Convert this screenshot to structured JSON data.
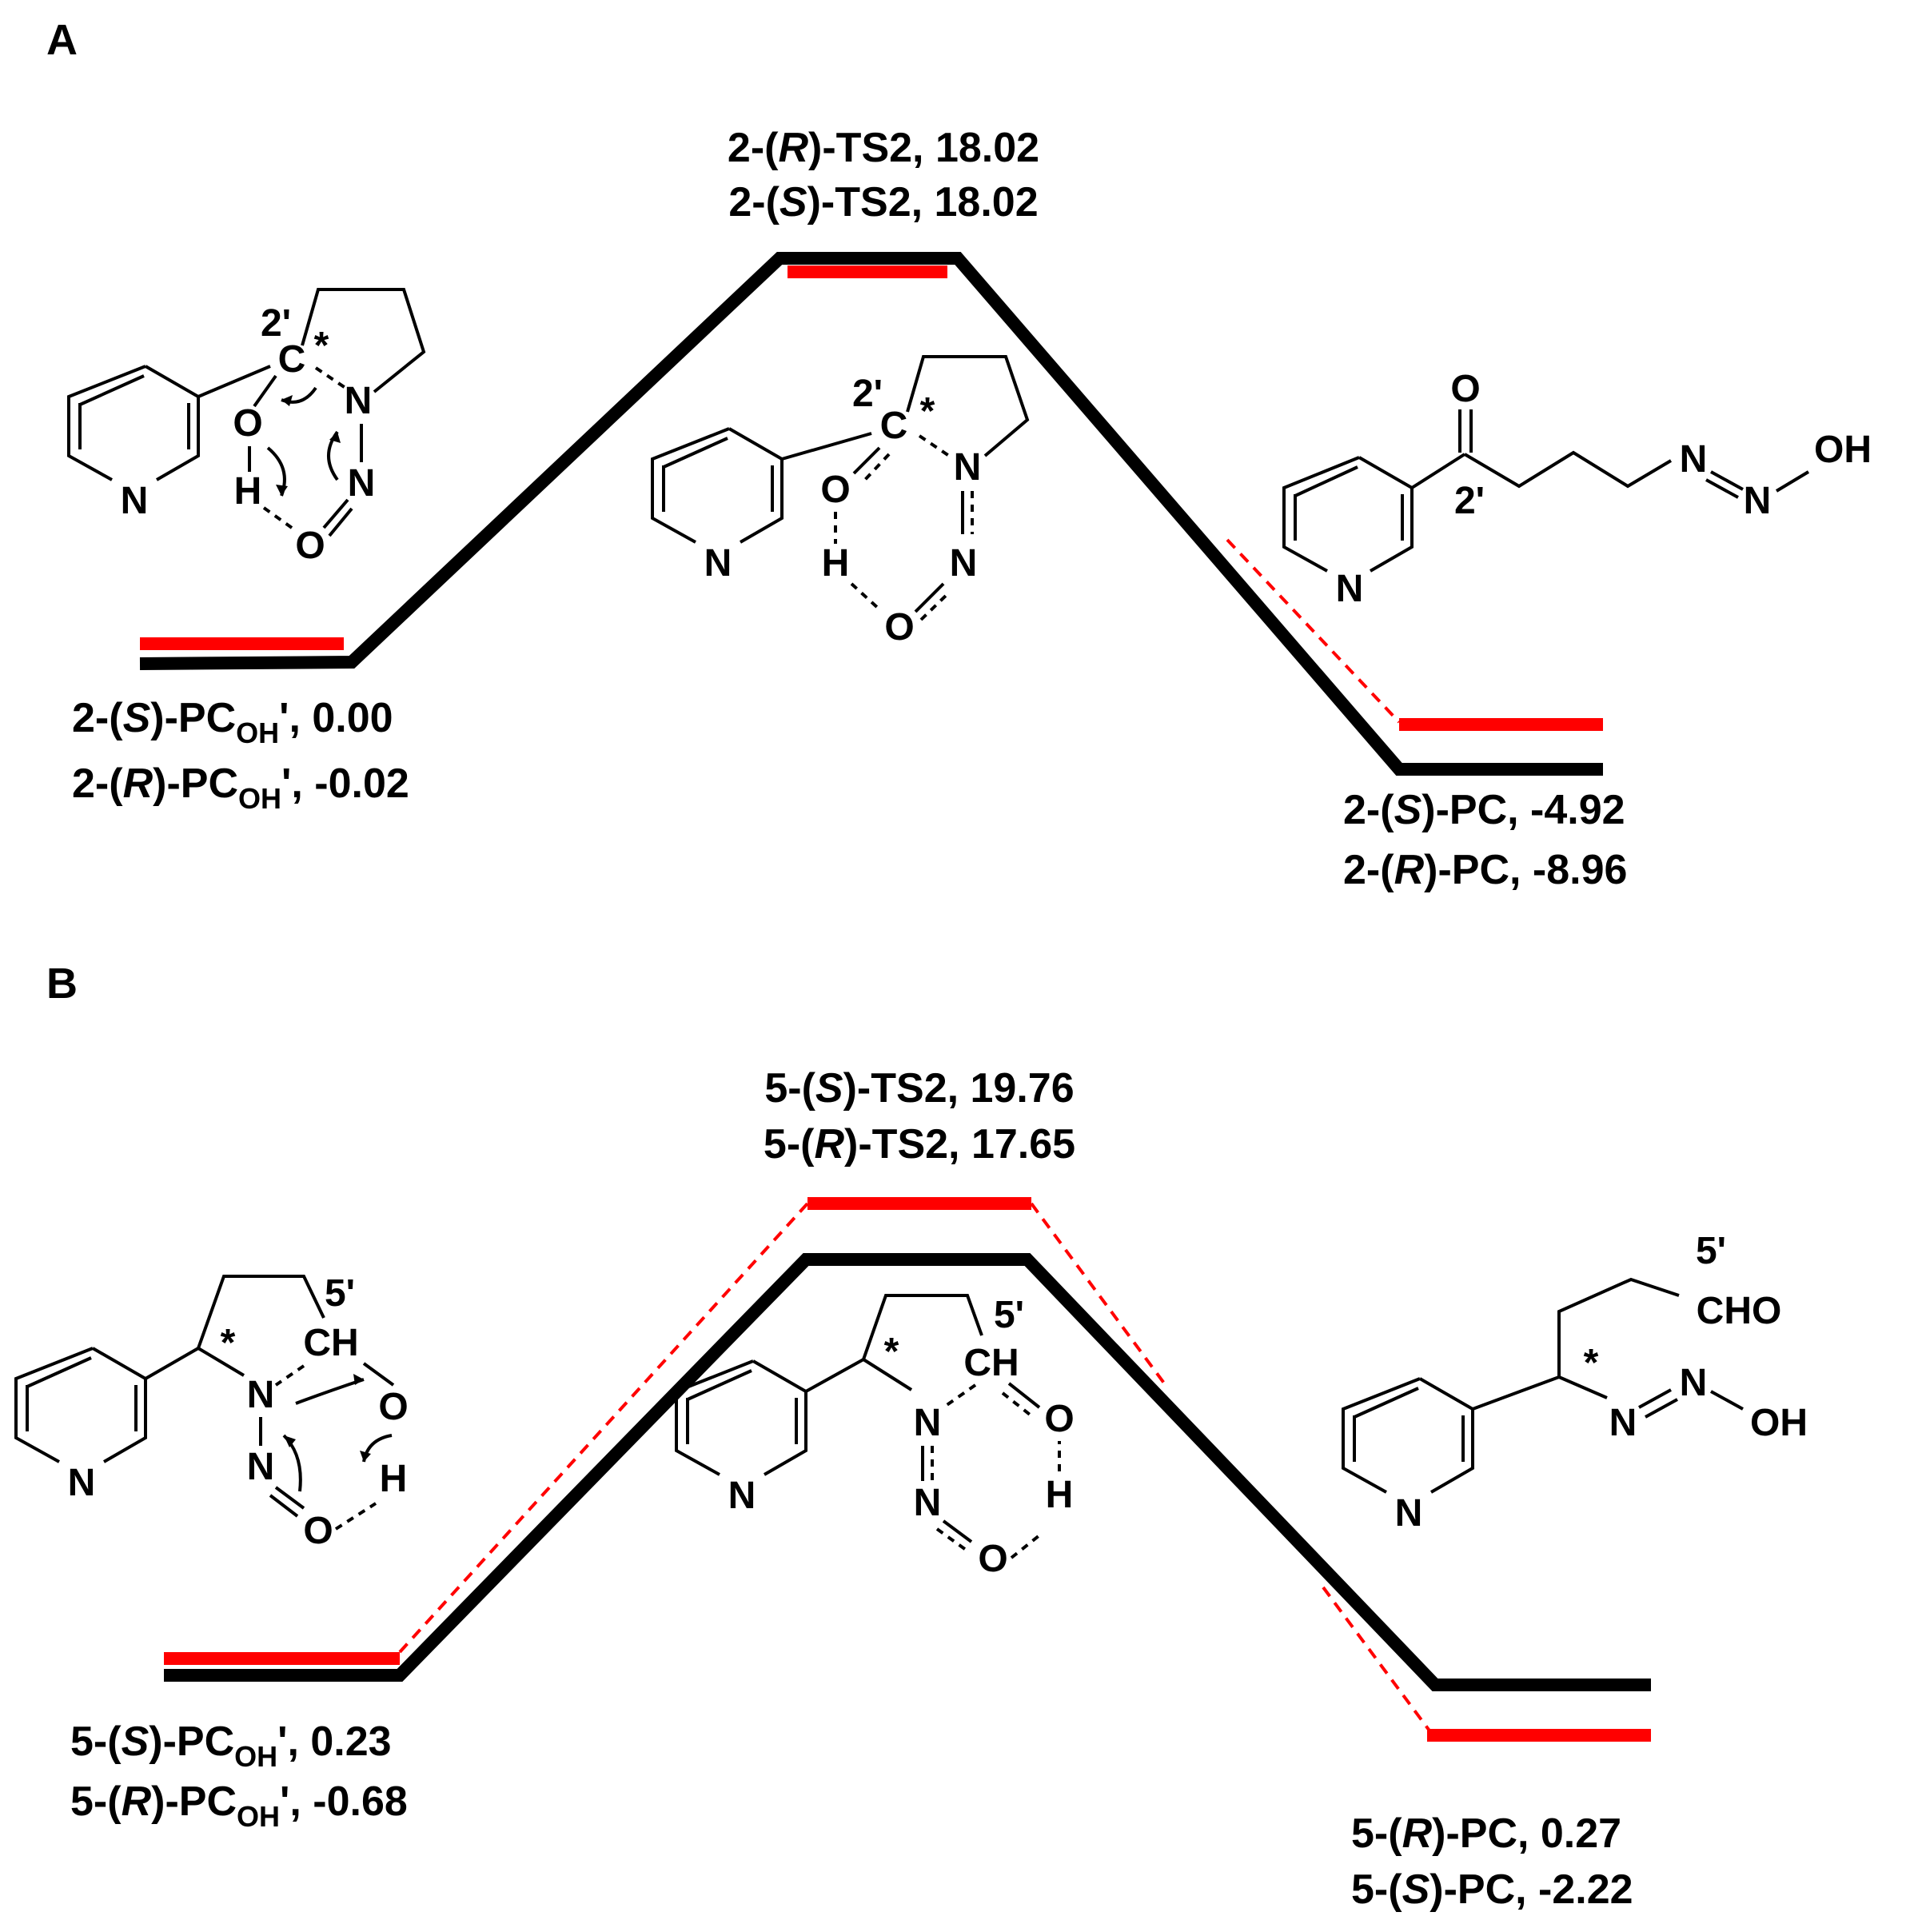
{
  "panels": {
    "a": {
      "letter": "A",
      "reactant": {
        "line1": {
          "pre": "2-(",
          "it": "S",
          "post": ")-PC",
          "sub": "OH",
          "tail": "',  0.00"
        },
        "line2": {
          "pre": "2-(",
          "it": "R",
          "post": ")-PC",
          "sub": "OH",
          "tail": "', -0.02"
        }
      },
      "ts": {
        "line1": {
          "pre": "2-(",
          "it": "R",
          "post": ")-TS2, 18.02"
        },
        "line2": {
          "pre": "2-(",
          "it": "S",
          "post": ")-TS2, 18.02"
        }
      },
      "product": {
        "line1": {
          "pre": "2-(",
          "it": "S",
          "post": ")-PC, -4.92"
        },
        "line2": {
          "pre": "2-(",
          "it": "R",
          "post": ")-PC, -8.96"
        }
      }
    },
    "b": {
      "letter": "B",
      "reactant": {
        "line1": {
          "pre": "5-(",
          "it": "S",
          "post": ")-PC",
          "sub": "OH",
          "tail": "',  0.23"
        },
        "line2": {
          "pre": "5-(",
          "it": "R",
          "post": ")-PC",
          "sub": "OH",
          "tail": "', -0.68"
        }
      },
      "ts": {
        "line1": {
          "pre": "5-(",
          "it": "S",
          "post": ")-TS2, 19.76"
        },
        "line2": {
          "pre": "5-(",
          "it": "R",
          "post": ")-TS2, 17.65"
        }
      },
      "product": {
        "line1": {
          "pre": "5-(",
          "it": "R",
          "post": ")-PC,  0.27"
        },
        "line2": {
          "pre": "5-(",
          "it": "S",
          "post": ")-PC, -2.22"
        }
      }
    }
  },
  "atoms": {
    "N": "N",
    "O": "O",
    "H": "H",
    "C": "C",
    "OH": "OH",
    "CH": "CH",
    "CHO": "CHO",
    "star": "*",
    "c2": "2'",
    "c5": "5'"
  },
  "colors": {
    "pathway_black": "#000000",
    "pathway_red": "#ff0000"
  }
}
